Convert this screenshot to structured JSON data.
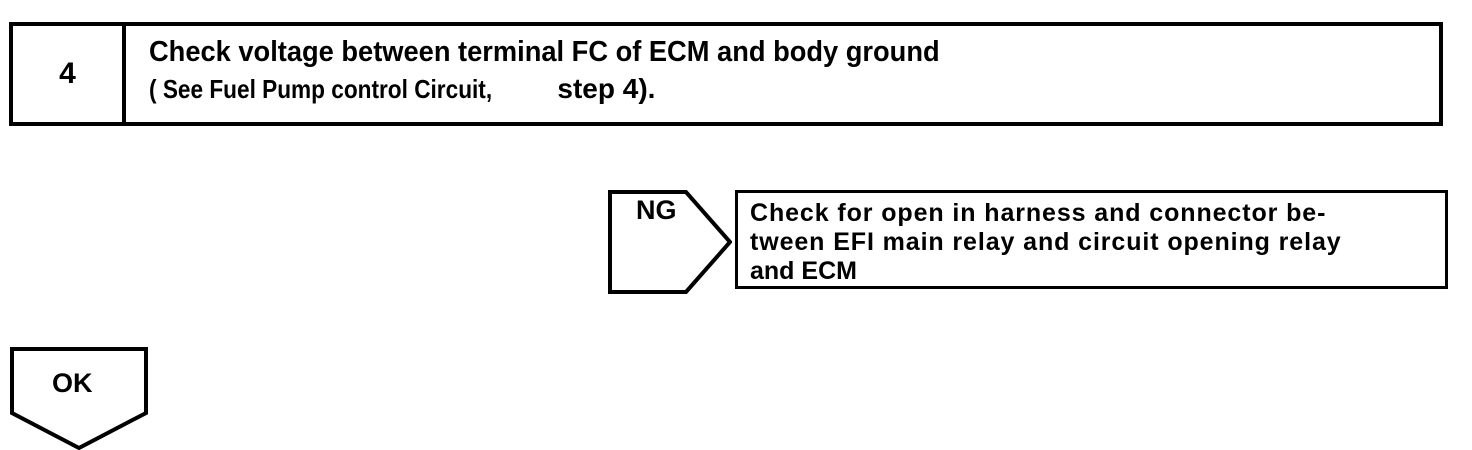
{
  "document": {
    "type": "troubleshooting-flowchart",
    "colors": {
      "ink": "#000000",
      "paper": "#ffffff"
    }
  },
  "step": {
    "number": "4",
    "line_1": "Check voltage between terminal FC of ECM and body ground",
    "line_2_part_1": "( See Fuel Pump control Circuit,",
    "line_2_part_2": "step 4)."
  },
  "branches": {
    "ng": {
      "label": "NG",
      "result_box": {
        "line_1": "Check for open in harness and connector be-",
        "line_2": "tween EFI main relay and circuit opening relay",
        "line_3": "and ECM"
      }
    },
    "ok": {
      "label": "OK"
    }
  }
}
